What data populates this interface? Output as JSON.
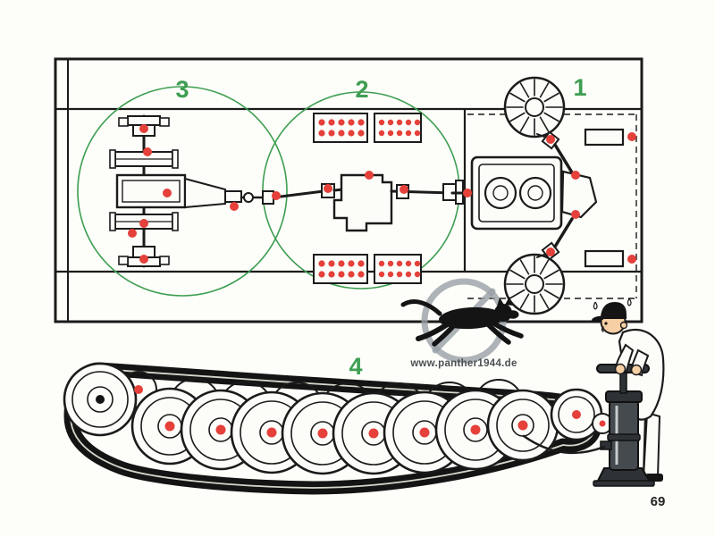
{
  "figure": {
    "description": "Tank lubrication-points schematic, top view of hull with numbered zones and side view of running gear",
    "zone_labels": {
      "zone1": "1",
      "zone2": "2",
      "zone3": "3",
      "zone4": "4"
    }
  },
  "watermark": {
    "site_url": "www.panther1944.de",
    "symbol": "panther-prohibition-stamp"
  },
  "page": {
    "number": "69"
  },
  "colors": {
    "accent_green": "#3d9e52",
    "lube_red": "#e5403a",
    "line_black": "#1b1b1b",
    "watermark_gray": "#98a0a6"
  }
}
